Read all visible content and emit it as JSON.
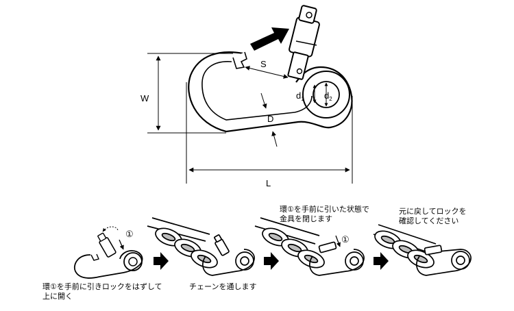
{
  "main_diagram": {
    "labels": {
      "width": "W",
      "opening": "S",
      "wire_diameter": "D",
      "length": "L",
      "eye_inner": "d",
      "eye_inner_sub": "1",
      "eye_outer": "d",
      "eye_outer_sub": "2"
    }
  },
  "steps": [
    {
      "marker": "①",
      "caption": "環①を手前に引きロックをはずして\n上に開く"
    },
    {
      "marker": "",
      "caption": "チェーンを通します"
    },
    {
      "marker": "①",
      "caption": "環①を手前に引いた状態で\n金具を閉じます"
    },
    {
      "marker": "",
      "caption": "元に戻してロックを\n確認してください"
    }
  ],
  "colors": {
    "ink": "#000000",
    "body_fill": "#ffffff",
    "shade": "#bdbdbd"
  }
}
